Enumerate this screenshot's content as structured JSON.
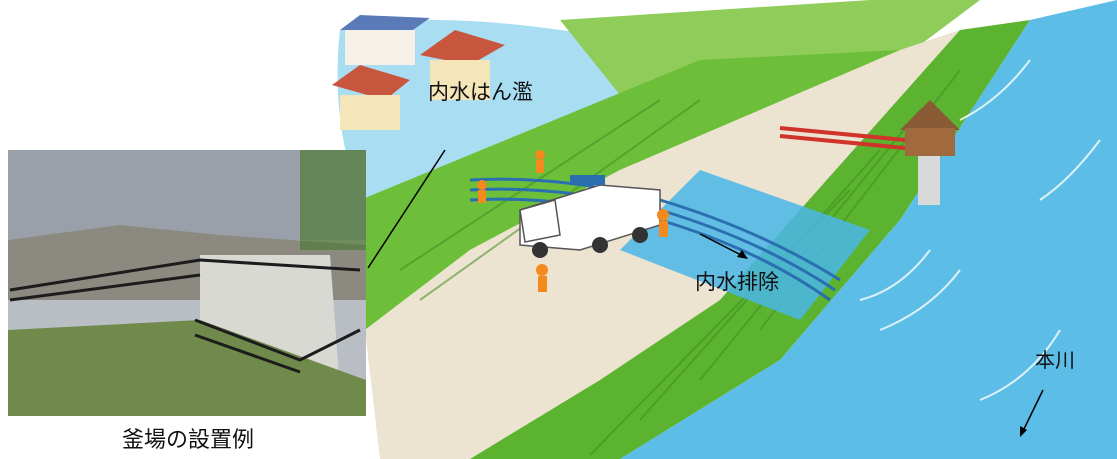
{
  "labels": {
    "inundation": "内水はん濫",
    "drainage": "内水排除",
    "main_river": "本川",
    "photo_caption": "釜場の設置例"
  },
  "colors": {
    "water": "#8fd3ec",
    "river": "#4fb3e0",
    "grass": "#6dbf3a",
    "grass_dark": "#3f8f22",
    "road": "#e8e0cf",
    "sheet": "#4ab6e8",
    "truck": "#ffffff",
    "roof_blue": "#5a7ab8",
    "roof_red": "#c8553d"
  }
}
